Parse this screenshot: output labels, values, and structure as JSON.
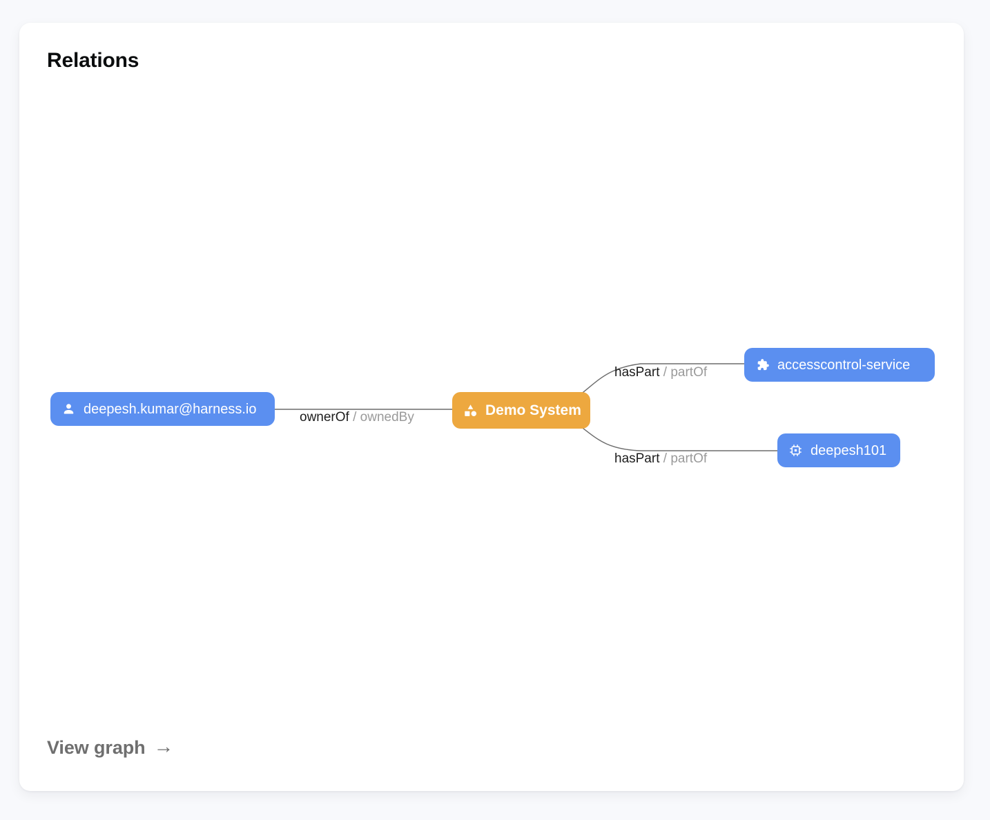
{
  "card": {
    "title": "Relations",
    "footer": {
      "view_graph_label": "View graph",
      "arrow_glyph": "→"
    }
  },
  "colors": {
    "page_background": "#f8f9fc",
    "card_background": "#ffffff",
    "node_blue": "#5b8ff0",
    "node_orange": "#eda83f",
    "node_text": "#ffffff",
    "edge_stroke": "#6b6b6b",
    "edge_label_primary": "#1c1c1c",
    "edge_label_secondary": "#9a9a9a",
    "title_text": "#0b0d0e",
    "footer_text": "#6f6f6f"
  },
  "graph": {
    "nodes": [
      {
        "id": "user",
        "label": "deepesh.kumar@harness.io",
        "kind": "user",
        "icon": "person-icon",
        "color": "#5b8ff0"
      },
      {
        "id": "system",
        "label": "Demo System",
        "kind": "system",
        "icon": "category-shapes-icon",
        "color": "#eda83f"
      },
      {
        "id": "component",
        "label": "accesscontrol-service",
        "kind": "component",
        "icon": "puzzle-piece-icon",
        "color": "#5b8ff0"
      },
      {
        "id": "resource",
        "label": "deepesh101",
        "kind": "resource",
        "icon": "memory-chip-icon",
        "color": "#5b8ff0"
      }
    ],
    "edges": [
      {
        "id": "owner",
        "from": "user",
        "to": "system",
        "forward": "ownerOf",
        "separator": "/",
        "reverse": "ownedBy"
      },
      {
        "id": "haspart-top",
        "from": "system",
        "to": "component",
        "forward": "hasPart",
        "separator": "/",
        "reverse": "partOf"
      },
      {
        "id": "haspart-bottom",
        "from": "system",
        "to": "resource",
        "forward": "hasPart",
        "separator": "/",
        "reverse": "partOf"
      }
    ]
  }
}
